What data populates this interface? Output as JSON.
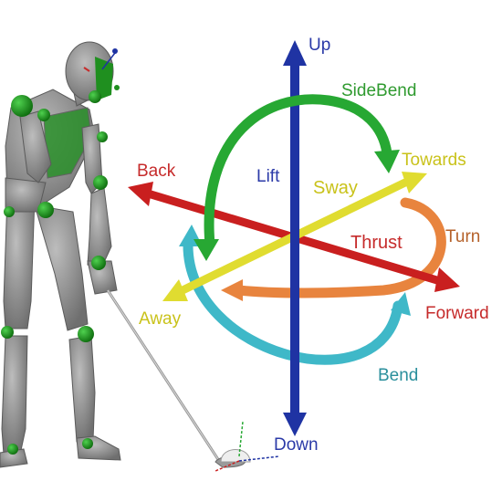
{
  "labels": {
    "up": "Up",
    "down": "Down",
    "side_bend": "SideBend",
    "towards": "Towards",
    "back": "Back",
    "lift": "Lift",
    "sway": "Sway",
    "turn": "Turn",
    "thrust": "Thrust",
    "away": "Away",
    "forward": "Forward",
    "bend": "Bend"
  },
  "colors": {
    "up_down": "#1f33a3",
    "back_forward": "#c91f1f",
    "away_towards": "#e0dc30",
    "side_bend": "#27a833",
    "turn": "#e8843e",
    "bend": "#3fb8c8",
    "mannequin_body": "#8e8e8e",
    "mannequin_joint": "#1f8f1f",
    "label_blue": "#2b3aa8",
    "label_red": "#c62b2b",
    "label_yellow": "#c9c21a",
    "label_green": "#2f9a2f",
    "label_orange": "#b5612a",
    "label_cyan": "#2a8f9c"
  }
}
